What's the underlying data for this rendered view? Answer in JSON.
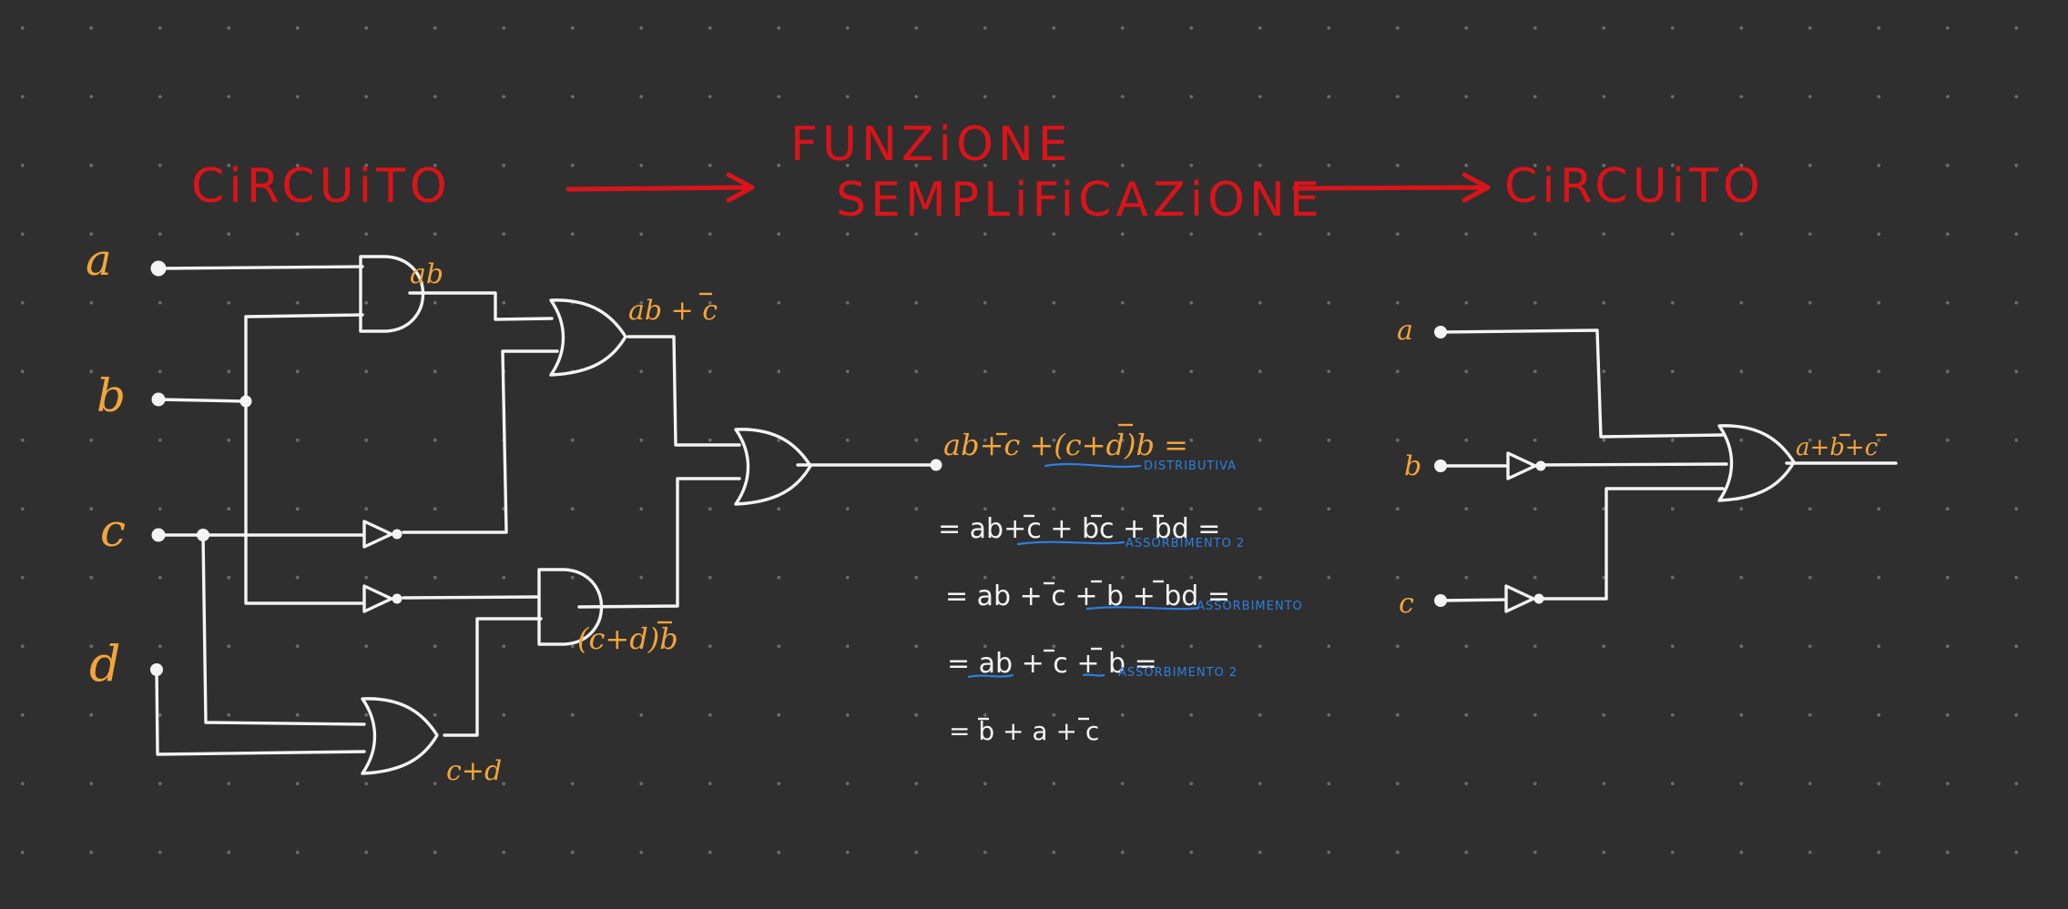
{
  "headings": {
    "left": "CiRCUiTO",
    "middle_line1": "FUNZiONE",
    "middle_line2": "SEMPLiFiCAZiONE",
    "right": "CiRCUiTO"
  },
  "circuit1": {
    "inputs": {
      "a": "a",
      "b": "b",
      "c": "c",
      "d": "d"
    },
    "labels": {
      "and_ab": "ab",
      "or_ab_notc": "ab + c",
      "and_cd_notb": "(c+d)b",
      "or_cd": "c+d"
    }
  },
  "derivation": {
    "line1": "ab+c +(c+d)b =",
    "line1_note": "DISTRIBUTIVA",
    "line2": "= ab+c + bc + bd =",
    "line2_note": "ASSORBIMENTO 2",
    "line3": "= ab + c + b + bd =",
    "line3_note": "ASSORBIMENTO",
    "line4": "= ab + c + b =",
    "line4_note": "ASSORBIMENTO 2",
    "line5": "= b + a + c"
  },
  "circuit2": {
    "inputs": {
      "a": "a",
      "b": "b",
      "c": "c"
    },
    "output": "a+b+c"
  }
}
